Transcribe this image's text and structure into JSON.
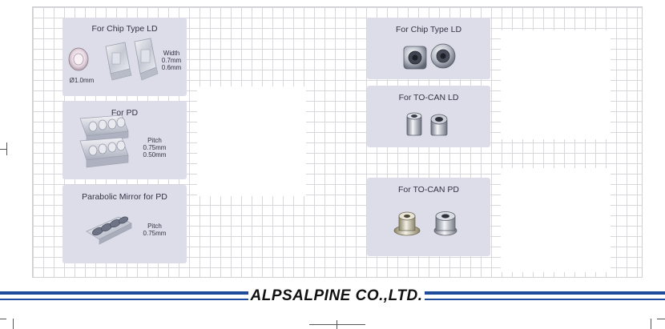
{
  "cards": {
    "chip_ld_left": {
      "title": "For Chip Type LD",
      "diameter": "Ø1.0mm",
      "width_label": "Width",
      "width_values": [
        "0.7mm",
        "0.6mm"
      ]
    },
    "pd": {
      "title": "For PD",
      "pitch_label": "Pitch",
      "pitch_values": [
        "0.75mm",
        "0.50mm"
      ]
    },
    "parabolic": {
      "title": "Parabolic Mirror for PD",
      "pitch_label": "Pitch",
      "pitch_value": "0.75mm"
    },
    "chip_ld_right": {
      "title": "For Chip Type LD"
    },
    "to_can_ld": {
      "title": "For TO-CAN LD"
    },
    "to_can_pd": {
      "title": "For TO-CAN PD"
    }
  },
  "footer": {
    "company": "ALPSALPINE CO.,LTD."
  },
  "colors": {
    "card_bg": "#dcdde8",
    "brand_blue": "#1f4b9c",
    "grid_line": "#d8d8dc"
  }
}
